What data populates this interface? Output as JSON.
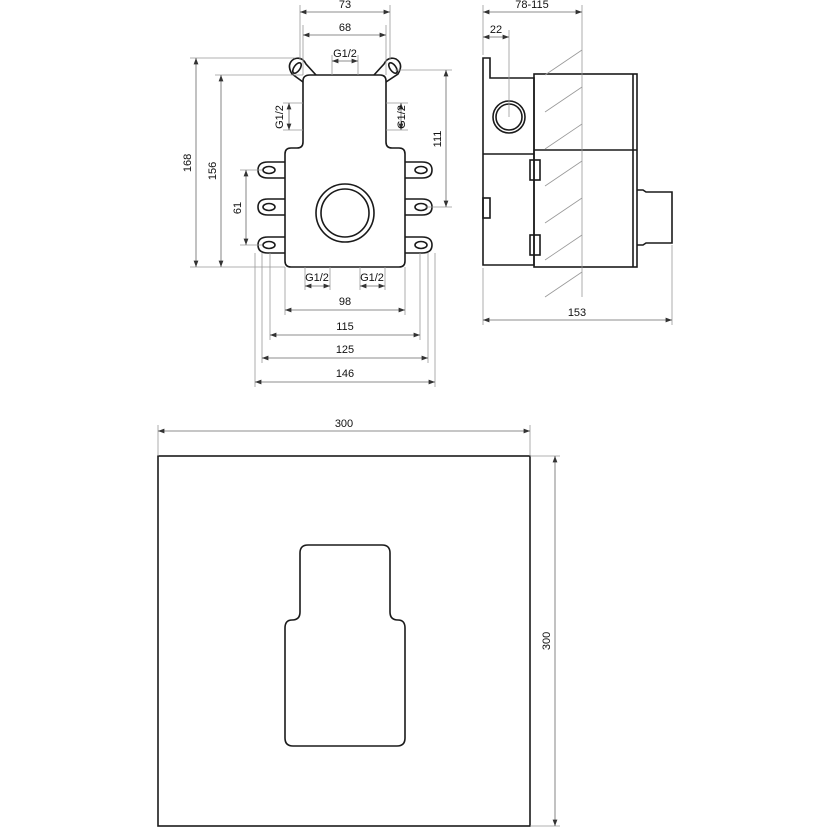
{
  "front_view": {
    "dim_73": "73",
    "dim_68": "68",
    "dim_g12_top": "G1/2",
    "dim_168": "168",
    "dim_156": "156",
    "dim_61": "61",
    "dim_111": "111",
    "dim_g12_left": "G1/2",
    "dim_g12_right": "G1/2",
    "dim_g12_bottom_left": "G1/2",
    "dim_g12_bottom_right": "G1/2",
    "dim_98": "98",
    "dim_115": "115",
    "dim_125": "125",
    "dim_146": "146"
  },
  "side_view": {
    "dim_78_115": "78-115",
    "dim_22": "22",
    "dim_153": "153"
  },
  "cover_plate": {
    "dim_width": "300",
    "dim_height": "300"
  }
}
